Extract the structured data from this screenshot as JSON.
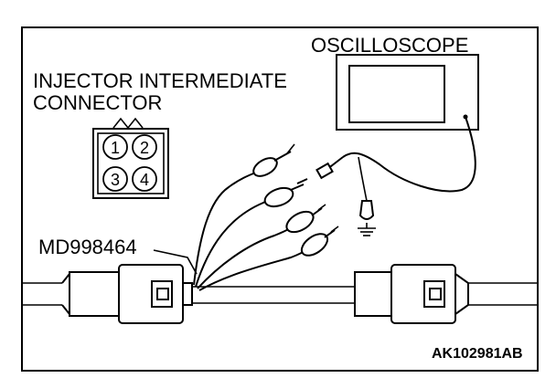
{
  "labels": {
    "oscilloscope": "OSCILLOSCOPE",
    "connector_line1": "INJECTOR INTERMEDIATE",
    "connector_line2": "CONNECTOR",
    "tool": "MD998464",
    "code": "AK102981AB"
  },
  "connector_pins": [
    "1",
    "2",
    "3",
    "4"
  ]
}
